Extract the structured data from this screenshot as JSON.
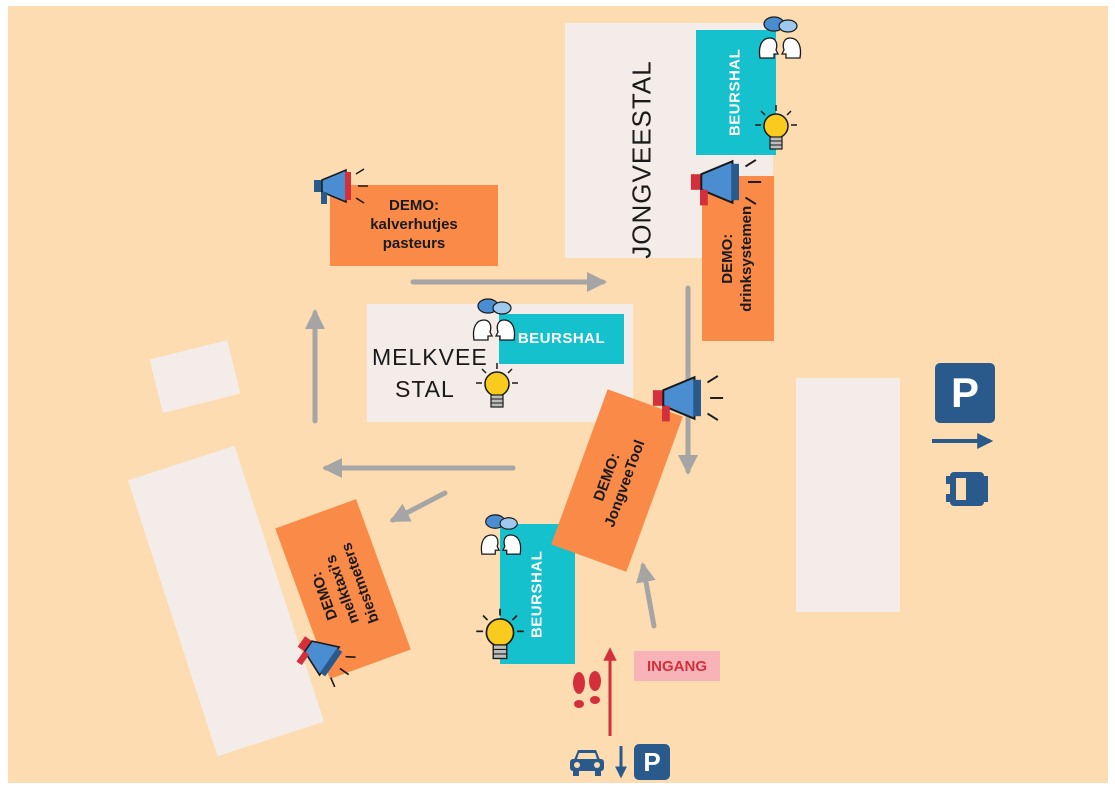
{
  "buildings": {
    "jongveestal": "JONGVEESTAL",
    "melkveestal_line1": "MELKVEE",
    "melkveestal_line2": "STAL"
  },
  "beurshal": {
    "top_right": "BEURSHAL",
    "center": "BEURSHAL",
    "bottom": "BEURSHAL"
  },
  "demos": {
    "kalverhutjes": {
      "line1": "DEMO:",
      "line2": "kalverhutjes",
      "line3": "pasteurs"
    },
    "drinksystemen": {
      "line1": "DEMO:",
      "line2": "drinksystemen"
    },
    "jongveetool": {
      "line1": "DEMO:",
      "line2": "JongveeTool"
    },
    "melktaxis": {
      "line1": "DEMO:",
      "line2": "melktaxi's",
      "line3": "biestmeters"
    }
  },
  "entrance": {
    "label": "INGANG"
  },
  "parking": {
    "label": "P"
  },
  "icons": {
    "megaphone": "megaphone-icon",
    "lightbulb": "lightbulb-icon",
    "discussion": "discussion-heads-icon",
    "footsteps": "footsteps-icon",
    "car": "car-icon",
    "bus": "bus-icon",
    "parking": "parking-sign-icon"
  },
  "colors": {
    "background": "#fcdcb0",
    "building": "#f3ece8",
    "demo": "#fa8a48",
    "beurshal": "#15c1cc",
    "arrow": "#a5a5a5",
    "entrance_red": "#d3303b",
    "parking_blue": "#2a5a8c"
  }
}
